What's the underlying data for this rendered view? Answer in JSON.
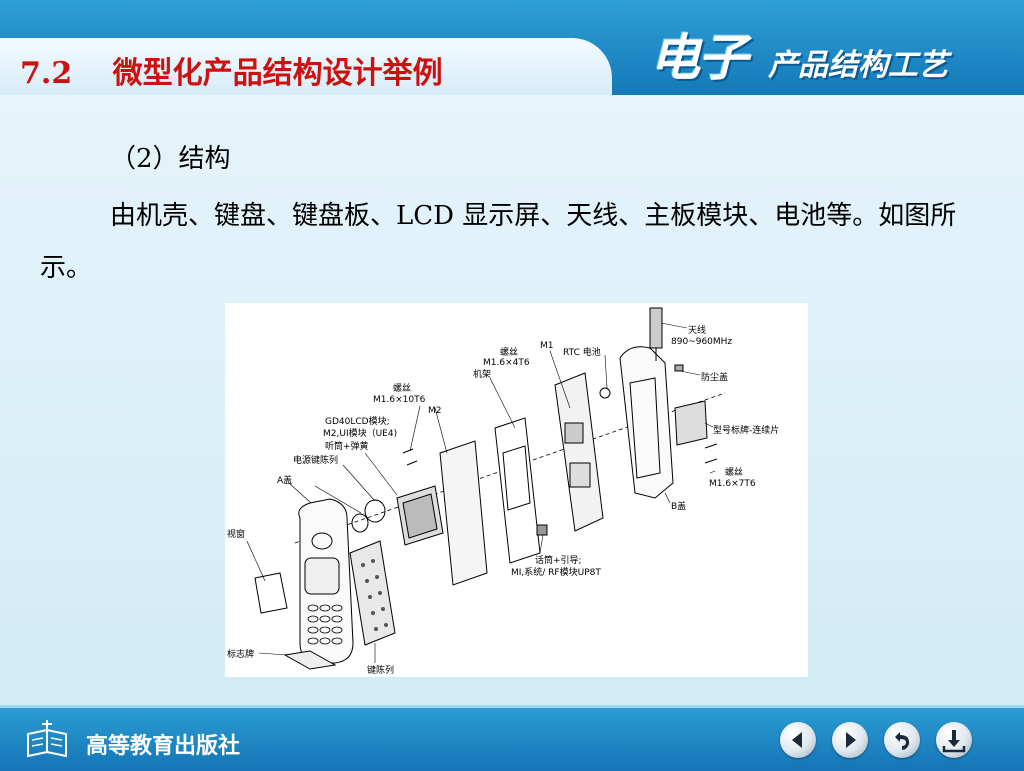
{
  "header": {
    "section_title": "7.2　 微型化产品结构设计举例",
    "brand_big": "电子",
    "brand_small": "产品结构工艺"
  },
  "content": {
    "subheading": "（2）结构",
    "paragraph": "由机壳、键盘、键盘板、LCD 显示屏、天线、主板模块、电池等。如图所示。"
  },
  "figure": {
    "labels": {
      "antenna": "天线",
      "antenna_freq": "890~960MHz",
      "dust_cover": "防尘盖",
      "screw_m1": "螺丝",
      "screw_m1_spec": "M1.6×4T6",
      "m1": "M1",
      "rtc": "RTC 电池",
      "frame": "机架",
      "screw_m2": "螺丝",
      "screw_m2_spec": "M1.6×10T6",
      "m2": "M2",
      "lcd1": "GD40LCD模块;",
      "lcd2": "M2,UI模块（UE4)",
      "earpiece": "听筒+弹黄",
      "power_key": "电源键陈列",
      "a_cover": "A盖",
      "window": "视窗",
      "logo_plate": "标志牌",
      "keypad": "键陈列",
      "mic1": "话筒+引导;",
      "mic2": "MI,系统/ RF模块UP8T",
      "b_cover": "B盖",
      "screw_b": "螺丝",
      "screw_b_spec": "M1.6×7T6",
      "model_plate": "型号标牌-连续片"
    }
  },
  "footer": {
    "publisher": "高等教育出版社",
    "nav": [
      "previous-icon",
      "next-icon",
      "return-icon",
      "exit-icon"
    ]
  },
  "colors": {
    "title_red": "#cc1111",
    "header_blue": "#1479b8",
    "background": "#d9eef7"
  }
}
